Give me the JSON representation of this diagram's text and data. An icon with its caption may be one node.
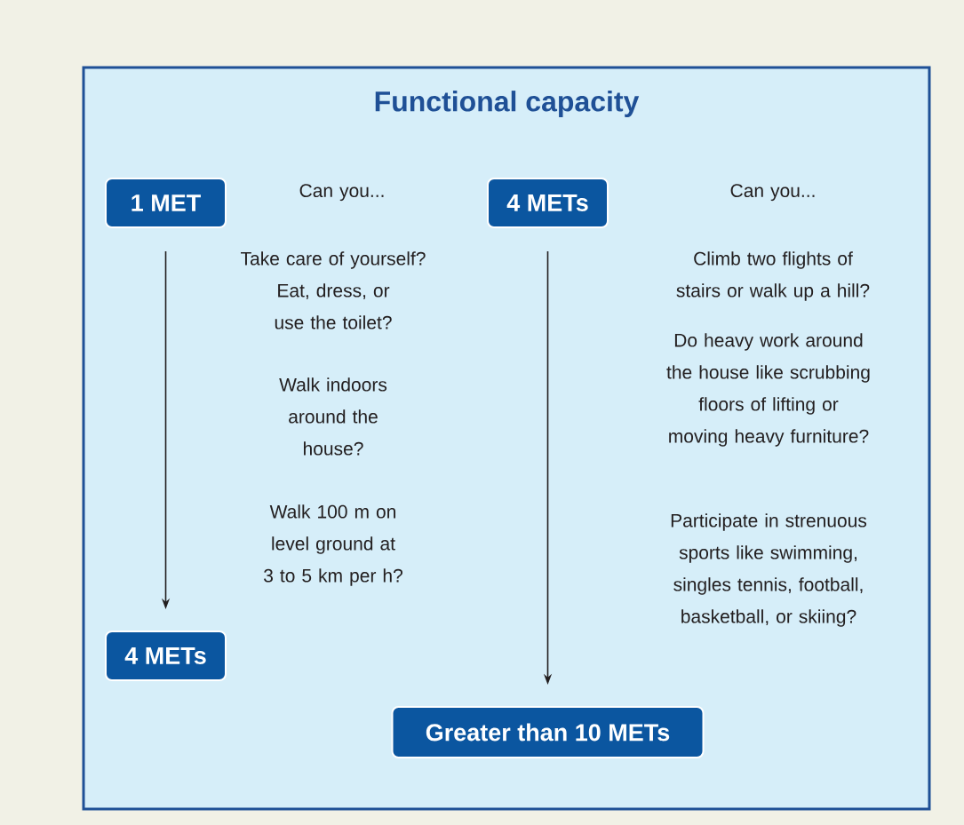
{
  "diagram": {
    "nodes": [
      {
        "text": [
          "Functional capacity"
        ]
      },
      {
        "text": [
          "1 MET"
        ],
        "in": 0
      },
      {
        "text": [
          "4 METs"
        ],
        "in": 0
      },
      {
        "text": [
          "4 METs"
        ],
        "in": 0
      },
      {
        "text": [
          "Greater than 10 METs"
        ],
        "in": 0
      }
    ],
    "edges": [
      {
        "from": 1,
        "to": 3,
        "arrow": "to"
      },
      {
        "from": 2,
        "to": 4,
        "arrow": "to"
      }
    ],
    "labels": [
      "Can you...",
      "Take care of yourself? Eat, dress, or use the toilet?",
      "Walk indoors around the house?",
      "Walk 100 m on level ground at 3 to 5 km per h?",
      "Can you...",
      "Climb two flights of stairs or walk up a hill?",
      "Do heavy work around the house like scrubbing floors of lifting or moving heavy furniture?",
      "Participate in strenuous sports like swimming, singles tennis, football, basketball, or skiing?"
    ]
  }
}
